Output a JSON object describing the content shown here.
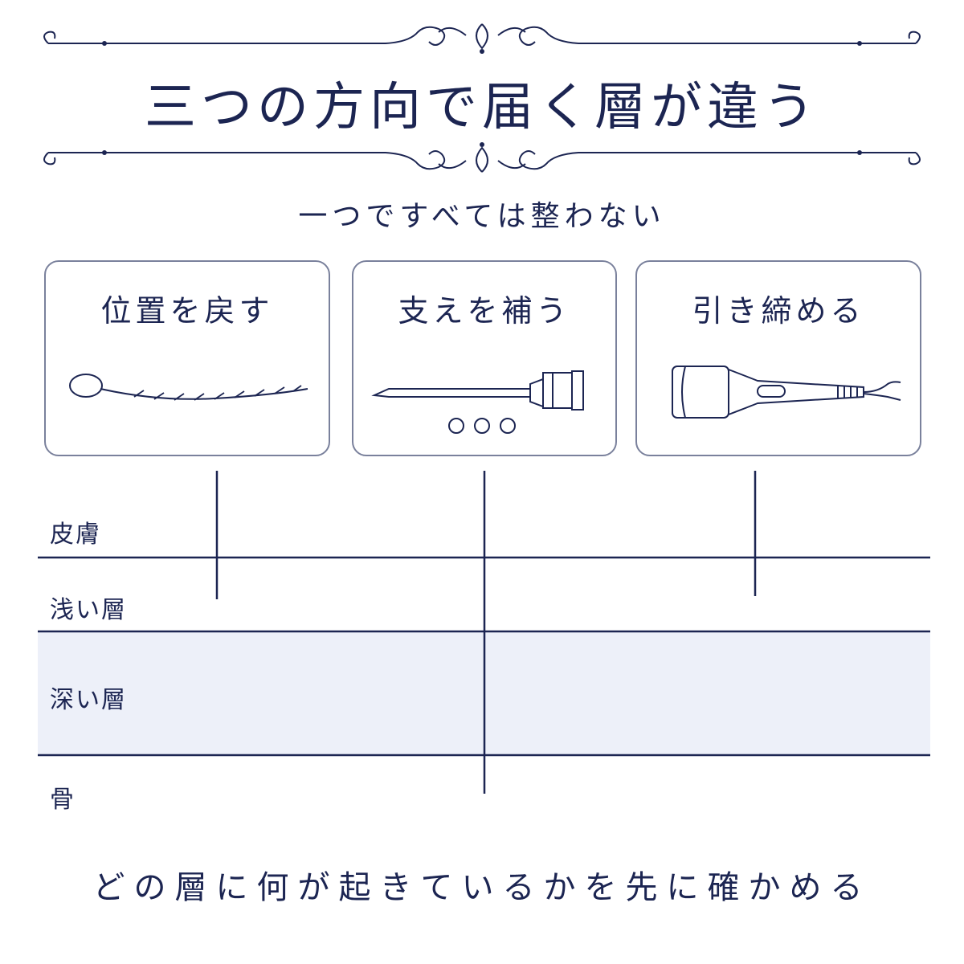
{
  "title": "三つの方向で届く層が違う",
  "subtitle": "一つですべては整わない",
  "cards": [
    {
      "label": "位置を戻す",
      "icon": "barbed-thread-icon"
    },
    {
      "label": "支えを補う",
      "icon": "syringe-needle-icon"
    },
    {
      "label": "引き締める",
      "icon": "ultrasound-device-icon"
    }
  ],
  "layers": [
    {
      "label": "皮膚"
    },
    {
      "label": "浅い層"
    },
    {
      "label": "深い層"
    },
    {
      "label": "骨"
    }
  ],
  "footer": "どの層に何が起きているかを先に確かめる",
  "colors": {
    "ink": "#1c2552",
    "card_border": "#7a819c",
    "deep_band": "#edf0f9"
  }
}
